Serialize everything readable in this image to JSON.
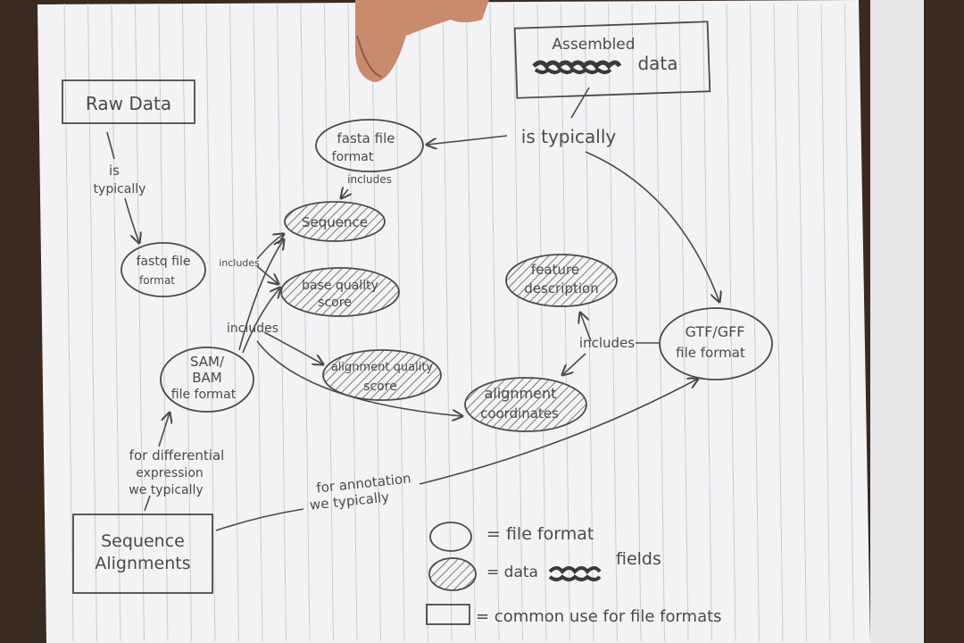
{
  "colors": {
    "background": "#3b2a20",
    "paper": "#f3f3f6",
    "rule_line": "#b9c7c6",
    "ink": "#4a4a4a"
  },
  "boxes": {
    "raw_data": "Raw Data",
    "assembled_data_line1": "Assembled",
    "assembled_data_line2": "data",
    "sequence_alignments_line1": "Sequence",
    "sequence_alignments_line2": "Alignments"
  },
  "file_formats": {
    "fastq_line1": "fastq file",
    "fastq_line2": "format",
    "fasta_line1": "fasta file",
    "fasta_line2": "format",
    "sam_line1": "SAM/",
    "sam_line2": "BAM",
    "sam_line3": "file format",
    "gtf_line1": "GTF/GFF",
    "gtf_line2": "file format"
  },
  "data_fields": {
    "sequence": "Sequence",
    "base_quality_line1": "base quality",
    "base_quality_line2": "score",
    "alignment_quality_line1": "alignment quality",
    "alignment_quality_line2": "score",
    "alignment_coordinates_line1": "alignment",
    "alignment_coordinates_line2": "coordinates",
    "feature_description_line1": "feature",
    "feature_description_line2": "description"
  },
  "edge_labels": {
    "is_typically_left_1": "is",
    "is_typically_left_2": "typically",
    "is_typically_top": "is typically",
    "includes_fasta": "includes",
    "includes_fastq": "includes",
    "includes_sam": "includes",
    "includes_gtf": "includes",
    "differential_1": "for differential",
    "differential_2": "expression",
    "differential_3": "we typically",
    "annotation_1": "for annotation",
    "annotation_2": "we typically"
  },
  "legend": {
    "file_format": "= file format",
    "data_fields_prefix": "= data",
    "data_fields_suffix": "fields",
    "common_use": "= common use for file formats"
  }
}
